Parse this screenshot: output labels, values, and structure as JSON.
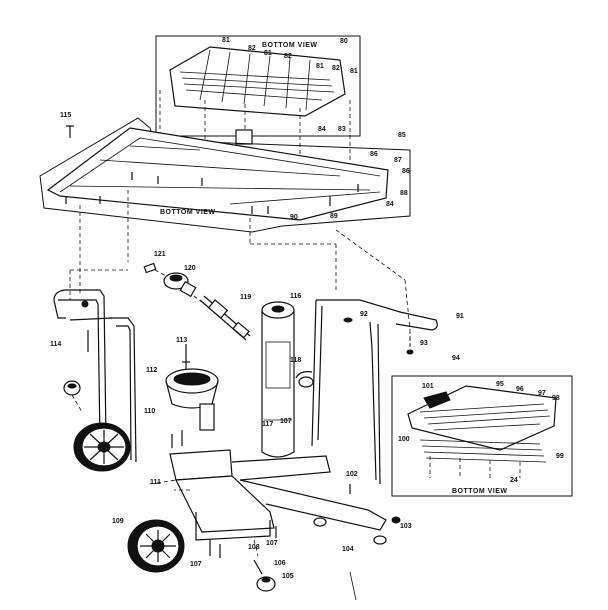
{
  "views": {
    "top_view_caption": "BOTTOM VIEW",
    "main_view_caption": "BOTTOM VIEW",
    "side_view_caption": "BOTTOM VIEW"
  },
  "part_numbers": [
    {
      "id": "80",
      "label": "80"
    },
    {
      "id": "81a",
      "label": "81"
    },
    {
      "id": "82a",
      "label": "82"
    },
    {
      "id": "81b",
      "label": "81"
    },
    {
      "id": "82b",
      "label": "82"
    },
    {
      "id": "81c",
      "label": "81"
    },
    {
      "id": "82c",
      "label": "82"
    },
    {
      "id": "81d",
      "label": "81"
    },
    {
      "id": "84a",
      "label": "84"
    },
    {
      "id": "83a",
      "label": "83"
    },
    {
      "id": "85",
      "label": "85"
    },
    {
      "id": "86",
      "label": "86"
    },
    {
      "id": "87",
      "label": "87"
    },
    {
      "id": "86b",
      "label": "86"
    },
    {
      "id": "88",
      "label": "88"
    },
    {
      "id": "84b",
      "label": "84"
    },
    {
      "id": "89",
      "label": "89"
    },
    {
      "id": "90",
      "label": "90"
    },
    {
      "id": "115",
      "label": "115"
    },
    {
      "id": "121",
      "label": "121"
    },
    {
      "id": "120",
      "label": "120"
    },
    {
      "id": "119",
      "label": "119"
    },
    {
      "id": "116",
      "label": "116"
    },
    {
      "id": "92",
      "label": "92"
    },
    {
      "id": "91",
      "label": "91"
    },
    {
      "id": "93",
      "label": "93"
    },
    {
      "id": "114",
      "label": "114"
    },
    {
      "id": "113",
      "label": "113"
    },
    {
      "id": "112",
      "label": "112"
    },
    {
      "id": "118",
      "label": "118"
    },
    {
      "id": "94",
      "label": "94"
    },
    {
      "id": "101",
      "label": "101"
    },
    {
      "id": "95",
      "label": "95"
    },
    {
      "id": "96",
      "label": "96"
    },
    {
      "id": "97",
      "label": "97"
    },
    {
      "id": "98",
      "label": "98"
    },
    {
      "id": "100",
      "label": "100"
    },
    {
      "id": "99",
      "label": "99"
    },
    {
      "id": "24",
      "label": "24"
    },
    {
      "id": "110",
      "label": "110"
    },
    {
      "id": "117",
      "label": "117"
    },
    {
      "id": "107a",
      "label": "107"
    },
    {
      "id": "111",
      "label": "111"
    },
    {
      "id": "102",
      "label": "102"
    },
    {
      "id": "109",
      "label": "109"
    },
    {
      "id": "107b",
      "label": "107"
    },
    {
      "id": "108",
      "label": "108"
    },
    {
      "id": "103",
      "label": "103"
    },
    {
      "id": "104",
      "label": "104"
    },
    {
      "id": "107c",
      "label": "107"
    },
    {
      "id": "106",
      "label": "106"
    },
    {
      "id": "105",
      "label": "105"
    }
  ]
}
